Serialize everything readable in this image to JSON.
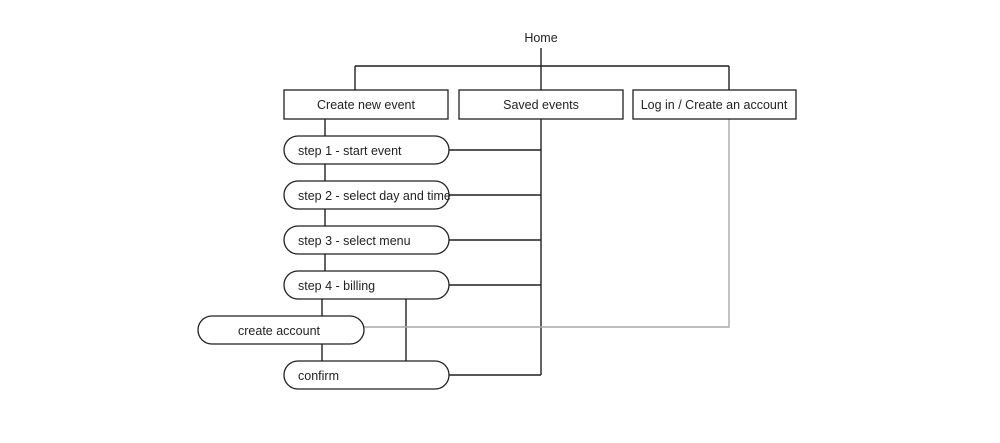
{
  "root": {
    "label": "Home"
  },
  "top_level": [
    {
      "label": "Create new event"
    },
    {
      "label": "Saved events"
    },
    {
      "label": "Log in / Create an account"
    }
  ],
  "steps": [
    {
      "label": "step 1 - start event"
    },
    {
      "label": "step 2 - select day and time"
    },
    {
      "label": "step 3 - select menu"
    },
    {
      "label": "step 4 - billing"
    },
    {
      "label": "create account"
    },
    {
      "label": "confirm"
    }
  ],
  "colors": {
    "line": "#231f20",
    "light_line": "#a7a9ac",
    "box_fill": "#ffffff",
    "text": "#231f20"
  }
}
